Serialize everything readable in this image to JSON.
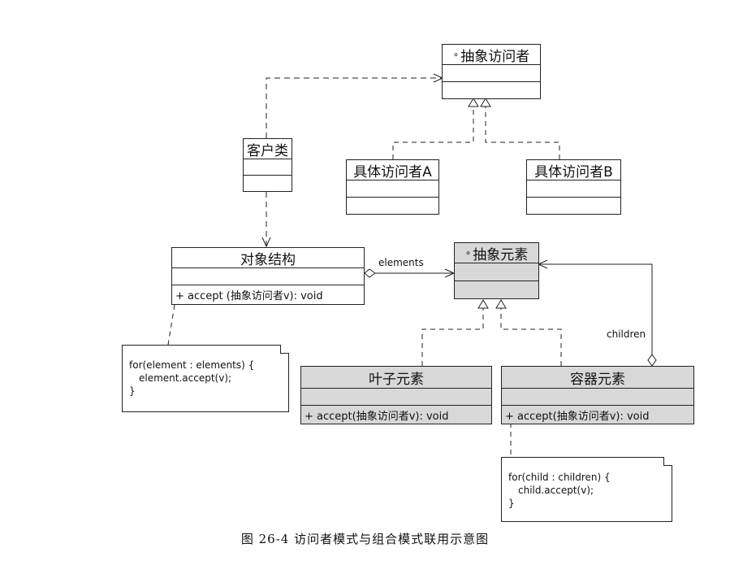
{
  "classes": {
    "abstract_visitor": {
      "name": "抽象访问者",
      "stereotype": "∘"
    },
    "client": {
      "name": "客户类"
    },
    "concrete_visitor_a": {
      "name": "具体访问者A"
    },
    "concrete_visitor_b": {
      "name": "具体访问者B"
    },
    "object_structure": {
      "name": "对象结构",
      "operation": "+ accept (抽象访问者v): void"
    },
    "abstract_element": {
      "name": "抽象元素",
      "stereotype": "∘"
    },
    "leaf_element": {
      "name": "叶子元素",
      "operation": "+ accept(抽象访问者v): void"
    },
    "container_element": {
      "name": "容器元素",
      "operation": "+  accept(抽象访问者v): void"
    }
  },
  "labels": {
    "elements": "elements",
    "children": "children"
  },
  "notes": {
    "structure_note": [
      "for(element : elements) {",
      "element.accept(v);",
      "}"
    ],
    "container_note": [
      "for(child : children) {",
      "child.accept(v);",
      "}"
    ]
  },
  "caption": "图 26-4   访问者模式与组合模式联用示意图"
}
